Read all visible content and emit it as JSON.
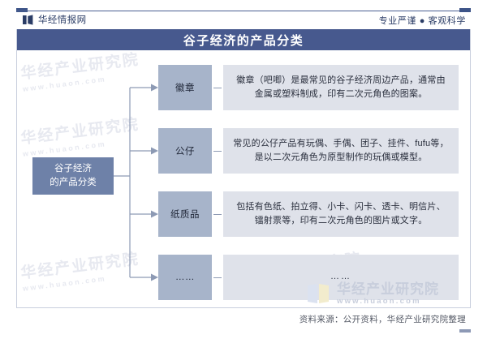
{
  "header": {
    "brand_name": "华经情报网",
    "brand_icon": "book-logo-icon",
    "tagline": "专业严谨 ● 客观科学"
  },
  "title": {
    "text": "谷子经济的产品分类"
  },
  "diagram": {
    "type": "tree",
    "root": {
      "line1": "谷子经济",
      "line2": "的产品分类"
    },
    "branches": [
      {
        "category": "徽章",
        "description": "徽章（吧唧）是最常见的谷子经济周边产品，通常由金属或塑料制成，印有二次元角色的图案。"
      },
      {
        "category": "公仔",
        "description": "常见的公仔产品有玩偶、手偶、团子、挂件、fufu等，是以二次元角色为原型制作的玩偶或模型。"
      },
      {
        "category": "纸质品",
        "description": "包括有色纸、拍立得、小卡、闪卡、透卡、明信片、镭射票等，印有二次元角色的图片或文字。"
      },
      {
        "category": "……",
        "description": "……"
      }
    ]
  },
  "watermarks": {
    "title": "华经产业研究院",
    "url": "www.huaon.com"
  },
  "footer": {
    "source": "资料来源：公开资料，华经产业研究院整理"
  },
  "colors": {
    "title_bar": "#47598e",
    "root_node": "#6e81a8",
    "category_box": "#a7b4ca",
    "description_box": "#dfe2ea",
    "accent_rule": "#4a5f92"
  }
}
